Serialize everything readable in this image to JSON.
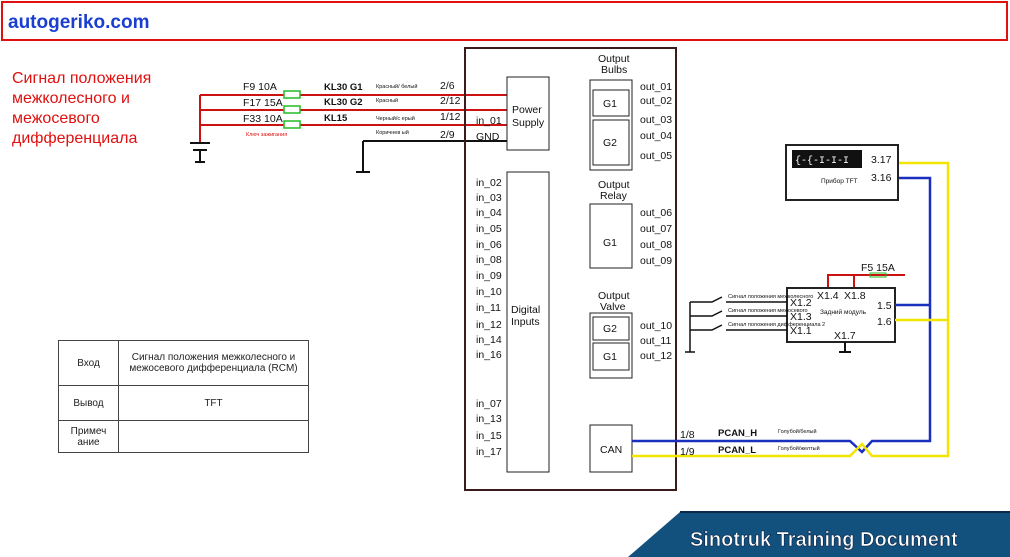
{
  "header": {
    "site": "autogeriko.com"
  },
  "title_lines": [
    "Сигнал положения",
    "межколесного и",
    "межосевого",
    "дифференциала"
  ],
  "colors": {
    "red_wire": "#cc1111",
    "blue_wire": "#1a2fc0",
    "yellow_wire": "#f2e600",
    "fuse": "#22bb22",
    "title": "#e01010",
    "site": "#1a3fd0",
    "banner": "#12507e"
  },
  "power_wires": [
    {
      "fuse": "F9 10A",
      "terminal": "KL30 G1",
      "color": "Красный/ белый",
      "pin": "2/6"
    },
    {
      "fuse": "F17 15A",
      "terminal": "KL30 G2",
      "color": "Красный",
      "pin": "2/12"
    },
    {
      "fuse": "F33 10A",
      "terminal": "KL15",
      "color": "Черный/с ерый",
      "pin": "1/12"
    },
    {
      "fuse": "",
      "terminal": "",
      "color": "Коричнев ый",
      "pin": "2/9"
    }
  ],
  "ignition_key": "Ключ зажигания",
  "module": {
    "power_supply": [
      "Power",
      "Supply"
    ],
    "digital_inputs": [
      "Digital",
      "Inputs"
    ],
    "power_pins": [
      "in_01",
      "GND"
    ],
    "inputs": [
      "in_02",
      "in_03",
      "in_04",
      "in_05",
      "in_06",
      "in_08",
      "in_09",
      "in_10",
      "in_11",
      "in_12",
      "in_14",
      "in_16",
      "in_07",
      "in_13",
      "in_15",
      "in_17"
    ],
    "output_bulbs": [
      "Output",
      "Bulbs"
    ],
    "output_relay": [
      "Output",
      "Relay"
    ],
    "output_valve": [
      "Output",
      "Valve"
    ],
    "groups": {
      "g1": "G1",
      "g2": "G2"
    },
    "bulb_outputs": [
      "out_01",
      "out_02",
      "out_03",
      "out_04",
      "out_05"
    ],
    "relay_outputs": [
      "out_06",
      "out_07",
      "out_08",
      "out_09"
    ],
    "valve_outputs": [
      "out_10",
      "out_11",
      "out_12"
    ],
    "can": "CAN"
  },
  "can_wires": [
    {
      "pin": "1/8",
      "name": "PCAN_H",
      "color": "Голубой/белый"
    },
    {
      "pin": "1/9",
      "name": "PCAN_L",
      "color": "Голубой/желтый"
    }
  ],
  "tft": {
    "label": "Прибор TFT",
    "pins": [
      "3.17",
      "3.16"
    ]
  },
  "rear_module": {
    "label": "Задний модуль",
    "fuse": "F5 15A",
    "top_pins": [
      "X1.4",
      "X1.8"
    ],
    "left_pins": [
      "X1.2",
      "X1.3",
      "X1.1"
    ],
    "bottom_pin": "X1.7",
    "right_pins": [
      "1.5",
      "1.6"
    ],
    "switches": [
      "Сигнал положения межколесного",
      "Сигнал положения межосевого",
      "Сигнал положения дифференциала 2"
    ]
  },
  "table": {
    "rows": [
      {
        "label": "Вход",
        "value": "Сигнал положения межколесного и межосевого дифференциала (RCM)"
      },
      {
        "label": "Вывод",
        "value": "TFT"
      },
      {
        "label": "Примеч ание",
        "value": ""
      }
    ]
  },
  "footer": {
    "banner": "Sinotruk Training Document"
  }
}
